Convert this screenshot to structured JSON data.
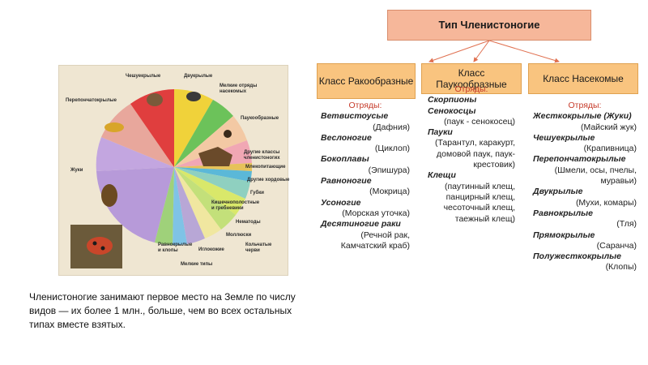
{
  "caption": "Членистоногие занимают первое место на Земле по числу видов — их более 1 млн., больше, чем во всех остальных типах вместе взятых.",
  "pie": {
    "labels": {
      "cheshuekrylye": "Чешуекрылые",
      "dvukrylye": "Двукрылые",
      "melkie_otryady": "Мелкие отряды насекомых",
      "pereponchatokrylye": "Перепончатокрылые",
      "paukoobraznye": "Паукообразные",
      "drugie_klassy": "Другие классы членистоногих",
      "mlekopitayushchie": "Млекопитающие",
      "drugie_khordovye": "Другие хордовые",
      "gubki": "Губки",
      "kishechnopolostnye": "Кишечнополостные и гребневики",
      "nematody": "Нематоды",
      "mollyuski": "Моллюски",
      "koltchatye_chervi": "Кольчатые черви",
      "zhuki": "Жуки",
      "ravnokrylye": "Равнокрылые и клопы",
      "iglokozhie": "Иглокожие",
      "melkie_tipy": "Мелкие типы"
    }
  },
  "diagram": {
    "root": "Тип Членистоногие",
    "columns": [
      {
        "header": "Класс Ракообразные",
        "orders_label": "Отряды:",
        "items": [
          {
            "name": "Ветвистоусые",
            "example": "(Дафния)"
          },
          {
            "name": "Веслоногие",
            "example": "(Циклоп)"
          },
          {
            "name": "Бокоплавы",
            "example": "(Эпишура)"
          },
          {
            "name": "Равноногие",
            "example": "(Мокрица)"
          },
          {
            "name": "Усоногие",
            "example": "(Морская уточка)"
          },
          {
            "name": "Десятиногие раки",
            "example": "(Речной рак, Камчатский краб)"
          }
        ]
      },
      {
        "header": "Класс Паукообразные",
        "orders_label": "Отряды:",
        "items": [
          {
            "name": "Скорпионы",
            "example": ""
          },
          {
            "name": "Сенокосцы",
            "example": "(паук - сенокосец)"
          },
          {
            "name": "Пауки",
            "example": "(Тарантул, каракурт, домовой паук, паук-крестовик)"
          },
          {
            "name": "Клещи",
            "example": "(паутинный клещ, панцирный клещ, чесоточный клещ, таежный клещ)"
          }
        ]
      },
      {
        "header": "Класс Насекомые",
        "orders_label": "Отряды:",
        "items": [
          {
            "name": "Жесткокрылые (Жуки)",
            "example": "(Майский жук)"
          },
          {
            "name": "Чешуекрылые",
            "example": "(Крапивница)"
          },
          {
            "name": "Перепончатокрылые",
            "example": "(Шмели, осы, пчелы, муравьи)"
          },
          {
            "name": "Двукрылые",
            "example": "(Мухи, комары)"
          },
          {
            "name": "Равнокрылые",
            "example": "(Тля)"
          },
          {
            "name": "Прямокрылые",
            "example": "(Саранча)"
          },
          {
            "name": "Полужесткокрылые",
            "example": "(Клопы)"
          }
        ]
      }
    ]
  },
  "colors": {
    "root_box": "#f6b79a",
    "class_box": "#f9c47f",
    "orders_text": "#c63b2a",
    "arrow": "#e07050"
  }
}
